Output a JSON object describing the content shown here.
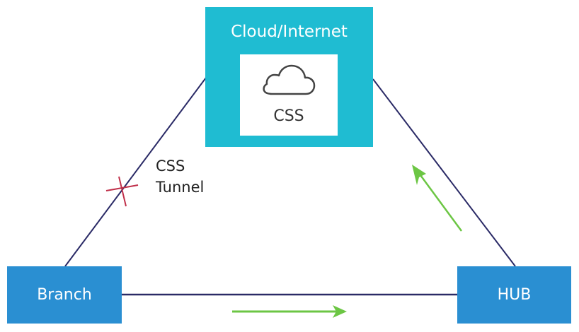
{
  "colors": {
    "cloud": "#1fbcd2",
    "node": "#2a8fd2",
    "link": "#2a2a66",
    "arrow": "#6cc644",
    "failure": "#c0304a"
  },
  "cloud": {
    "title": "Cloud/Internet",
    "service_label": "CSS",
    "icon": "cloud-icon"
  },
  "nodes": {
    "branch": "Branch",
    "hub": "HUB"
  },
  "tunnel": {
    "line1": "CSS",
    "line2": "Tunnel",
    "status": "broken",
    "marker_icon": "x-mark-icon"
  },
  "flows": [
    {
      "from": "Branch",
      "to": "HUB",
      "icon": "arrow-right-icon"
    },
    {
      "from": "HUB",
      "to": "Cloud/Internet",
      "icon": "arrow-up-left-icon"
    }
  ]
}
